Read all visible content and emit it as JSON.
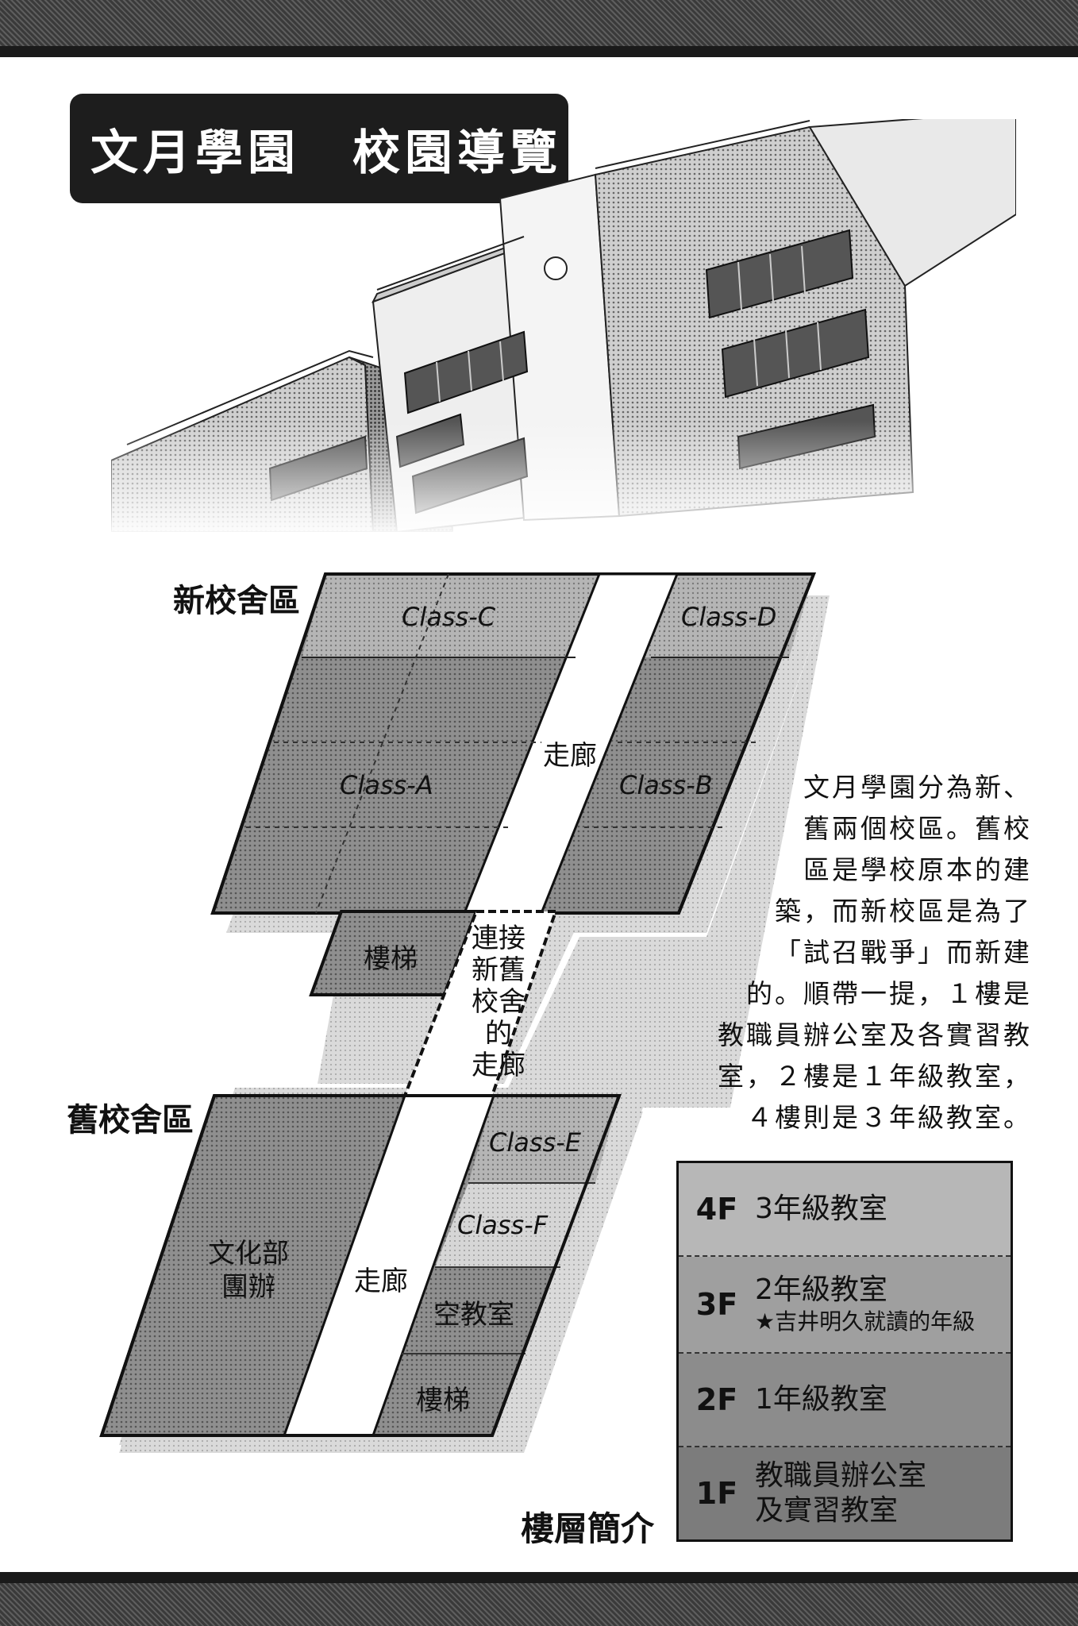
{
  "title": "文月學園　校園導覽",
  "areas": {
    "new_building": "新校舍區",
    "old_building": "舊校舍區"
  },
  "rooms": {
    "class_a": "Class-A",
    "class_b": "Class-B",
    "class_c": "Class-C",
    "class_d": "Class-D",
    "class_e": "Class-E",
    "class_f": "Class-F",
    "corridor_new": "走廊",
    "corridor_old": "走廊",
    "stairs_new": "樓梯",
    "stairs_old": "樓梯",
    "connector": [
      "連接",
      "新舊",
      "校舍",
      "的",
      "走廊"
    ],
    "club_room": [
      "文化部",
      "團辦"
    ],
    "empty_room": "空教室"
  },
  "description": [
    "文月學園分為新、",
    "舊兩個校區。舊校",
    "區是學校原本的建",
    "築，而新校區是為了",
    "「試召戰爭」而新建",
    "的。順帶一提，１樓是",
    "教職員辦公室及各實習教",
    "室，２樓是１年級教室，",
    "４樓則是３年級教室。"
  ],
  "floors": [
    {
      "floor": "4F",
      "lines": [
        "3年級教室"
      ]
    },
    {
      "floor": "3F",
      "lines": [
        "2年級教室"
      ],
      "note": "★吉井明久就讀的年級"
    },
    {
      "floor": "2F",
      "lines": [
        "1年級教室"
      ]
    },
    {
      "floor": "1F",
      "lines": [
        "教職員辦公室",
        "及實習教室"
      ]
    }
  ],
  "floor_caption": "樓層簡介"
}
